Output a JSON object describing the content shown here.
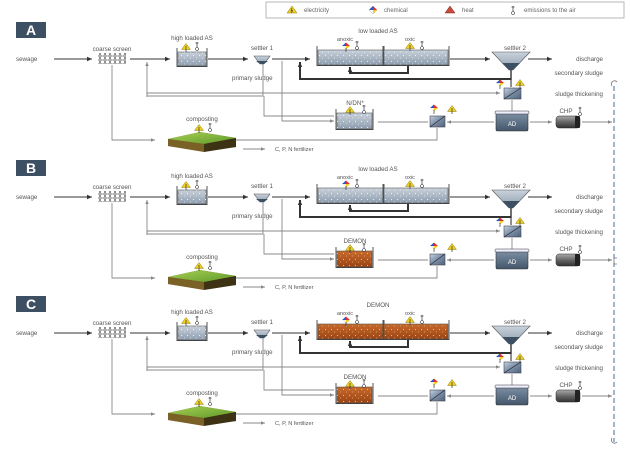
{
  "legend": {
    "items": [
      {
        "icon": "electricity-icon",
        "label": "electricity"
      },
      {
        "icon": "chemical-icon",
        "label": "chemical"
      },
      {
        "icon": "heat-icon",
        "label": "heat"
      },
      {
        "icon": "emissions-icon",
        "label": "emissions to the air"
      }
    ]
  },
  "colors": {
    "badge": "#3d4f63",
    "tank_grey": "#aab6c4",
    "tank_demon": "#b5571c",
    "electricity": "#f0d020",
    "dashed": "#3a6fa8"
  },
  "panels": [
    {
      "id": "A",
      "labels": {
        "sewage": "sewage",
        "coarse_screen": "coarse screen",
        "high_loaded_as": "high loaded AS",
        "settler1": "settler 1",
        "primary_sludge": "primary sludge",
        "main_reactor": "low loaded AS",
        "anoxic": "anoxic",
        "oxic": "oxic",
        "settler2": "settler 2",
        "discharge": "discharge",
        "secondary_sludge": "secondary sludge",
        "sludge_thickening": "sludge thickening",
        "side_reactor": "N/DN*",
        "composting": "composting",
        "fertilizer": "C, P, N fertilizer",
        "ad": "AD",
        "chp": "CHP"
      },
      "main_reactor_type": "grey",
      "side_reactor_type": "grey"
    },
    {
      "id": "B",
      "labels": {
        "sewage": "sewage",
        "coarse_screen": "coarse screen",
        "high_loaded_as": "high loaded AS",
        "settler1": "settler 1",
        "primary_sludge": "primary sludge",
        "main_reactor": "low loaded AS",
        "anoxic": "anoxic",
        "oxic": "oxic",
        "settler2": "settler 2",
        "discharge": "discharge",
        "secondary_sludge": "secondary sludge",
        "sludge_thickening": "sludge thickening",
        "side_reactor": "DEMON",
        "composting": "composting",
        "fertilizer": "C, P, N fertilizer",
        "ad": "AD",
        "chp": "CHP"
      },
      "main_reactor_type": "grey",
      "side_reactor_type": "demon"
    },
    {
      "id": "C",
      "labels": {
        "sewage": "sewage",
        "coarse_screen": "coarse screen",
        "high_loaded_as": "high loaded AS",
        "settler1": "settler 1",
        "primary_sludge": "primary sludge",
        "main_reactor": "DEMON",
        "anoxic": "anoxic",
        "oxic": "oxic",
        "settler2": "settler 2",
        "discharge": "discharge",
        "secondary_sludge": "secondary sludge",
        "sludge_thickening": "sludge thickening",
        "side_reactor": "DEMON",
        "composting": "composting",
        "fertilizer": "C, P, N fertilizer",
        "ad": "AD",
        "chp": "CHP"
      },
      "main_reactor_type": "demon",
      "side_reactor_type": "demon"
    }
  ]
}
